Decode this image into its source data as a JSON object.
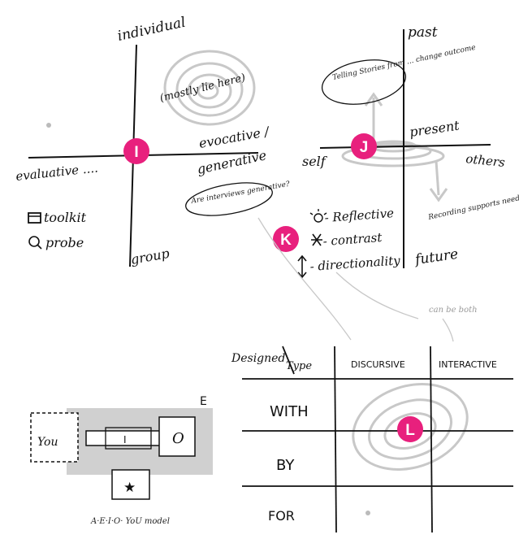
{
  "colors": {
    "badge": "#e8207d",
    "ink": "#111111",
    "sketch_gray": "#c8c8c8",
    "box_gray": "#cfcfcf"
  },
  "quadrant_i": {
    "badge": "I",
    "individual": "individual",
    "group": "group",
    "mostly_here": "(mostly lie here)",
    "evaluative": "evaluative ....",
    "evocative": "evocative /",
    "generative": "generative",
    "interviews_q": "Are interviews generative?",
    "toolkit": "toolkit",
    "probe": "probe"
  },
  "quadrant_j": {
    "badge": "J",
    "past": "past",
    "present": "present",
    "future": "future",
    "self": "self",
    "others": "others",
    "telling_stories": "Telling Stories from ... change outcome",
    "recording": "Recording supports needed for future"
  },
  "legend_k": {
    "badge": "K",
    "reflective": "- Reflective",
    "contrast": "- contrast",
    "directionality": "- directionality",
    "can_be_both": "can be both"
  },
  "aeiou": {
    "you": "You",
    "i": "I",
    "o": "O",
    "e": "E",
    "caption": "A·E·I·O· YoU model"
  },
  "table_l": {
    "badge": "L",
    "designed": "Designed",
    "type": "Type",
    "columns": [
      "DISCURSIVE",
      "INTERACTIVE"
    ],
    "rows": [
      "WITH",
      "BY",
      "FOR"
    ]
  }
}
